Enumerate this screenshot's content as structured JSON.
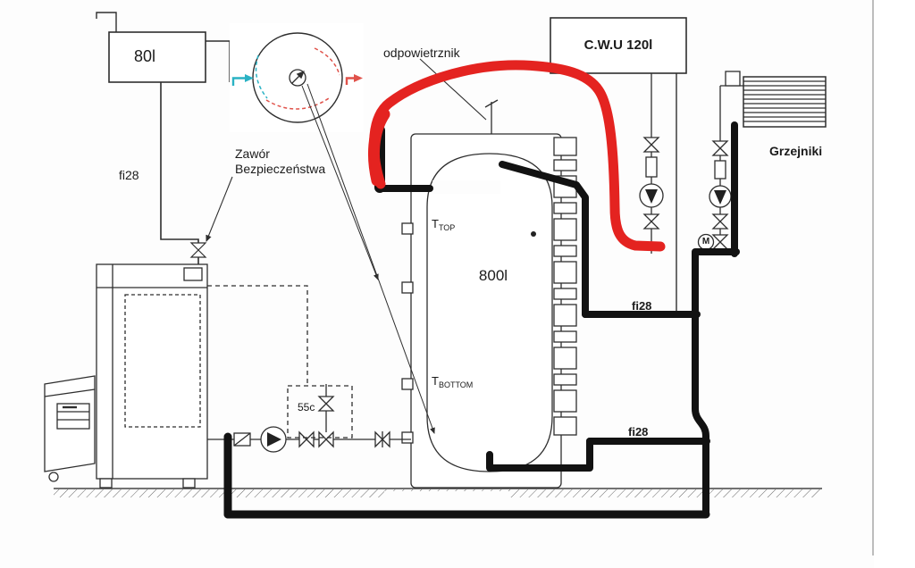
{
  "page": {
    "background": "#fdfdfd",
    "right_border_color": "#a8a8a8"
  },
  "colors": {
    "line": "#2e2e2e",
    "thick_pipe": "#121212",
    "red_pipe": "#e42320",
    "cold_arrow": "#2ab2c4",
    "hot_arrow": "#e0524a"
  },
  "labels": {
    "expansion_tank": "80l",
    "left_pipe": "fi28",
    "safety_valve_line1": "Zawór",
    "safety_valve_line2": "Bezpieczeństwa",
    "air_vent": "odpowietrznik",
    "dhw_tank": "C.W.U 120l",
    "radiators": "Grzejniki",
    "buffer_tank": "800l",
    "sensor_top": {
      "main": "T",
      "sub": "TOP"
    },
    "sensor_bottom": {
      "main": "T",
      "sub": "BOTTOM"
    },
    "mixing_temp": "55c",
    "pipe_mid": "fi28",
    "pipe_low": "fi28",
    "motor_valve": "M"
  }
}
